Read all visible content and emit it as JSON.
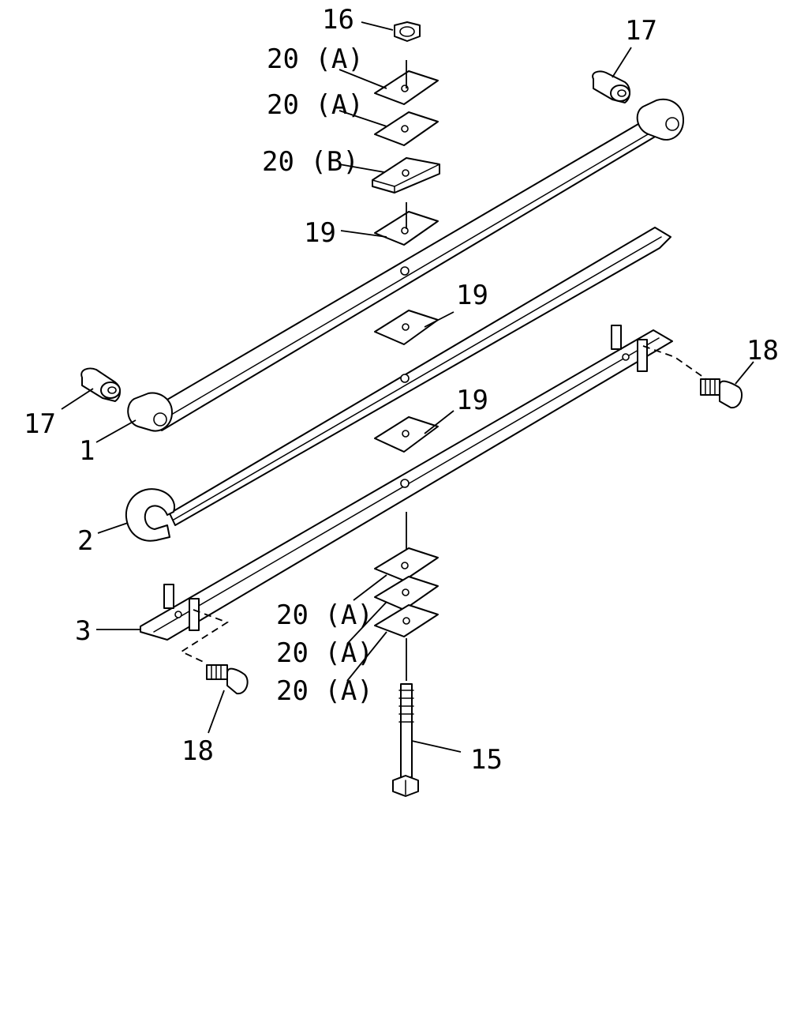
{
  "labels": {
    "p16": "16",
    "p17_top": "17",
    "p20a_1": "20 (A)",
    "p20a_2": "20 (A)",
    "p20b": "20 (B)",
    "p19_top": "19",
    "p19_mid": "19",
    "p19_low": "19",
    "p17_left": "17",
    "p1": "1",
    "p2": "2",
    "p3": "3",
    "p18_right": "18",
    "p18_left": "18",
    "p20a_3": "20 (A)",
    "p20a_4": "20 (A)",
    "p20a_5": "20 (A)",
    "p15": "15"
  }
}
